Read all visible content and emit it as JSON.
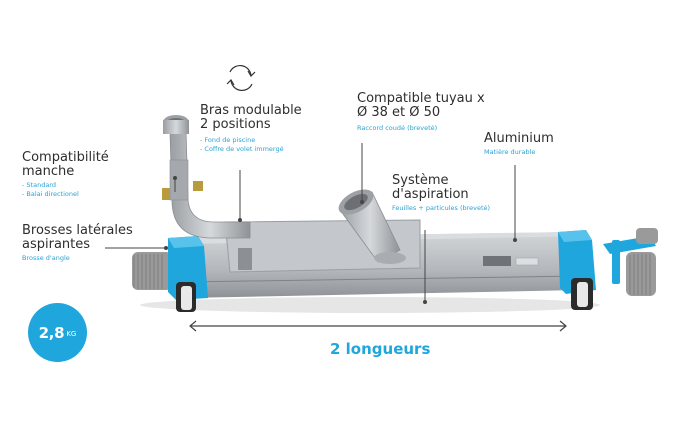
{
  "rotation_icon": "rotate-arrows-icon",
  "labels": {
    "bras": {
      "title_line1": "Bras modulable",
      "title_line2": "2 positions",
      "sub_line1": "- Fond de piscine",
      "sub_line2": "- Coffre de volet immergé"
    },
    "tuyau": {
      "title_line1": "Compatible tuyau x",
      "title_line2": "Ø 38 et Ø 50",
      "sub_line1": "Raccord coudé (breveté)"
    },
    "aluminium": {
      "title_line1": "Aluminium",
      "sub_line1": "Matière durable"
    },
    "manche": {
      "title_line1": "Compatibilité",
      "title_line2": "manche",
      "sub_line1": "- Standard",
      "sub_line2": "- Balai directionel"
    },
    "aspiration": {
      "title_line1": "Système",
      "title_line2": "d'aspiration",
      "sub_line1": "Feuilles + particules (breveté)"
    },
    "brosses": {
      "title_line1": "Brosses latérales",
      "title_line2": "aspirantes",
      "sub_line1": "Brosse d'angle"
    }
  },
  "weight": {
    "value": "2,8",
    "unit": "KG"
  },
  "length_label": "2 longueurs",
  "colors": {
    "accent_blue": "#1fa6dc",
    "aluminium": "#b9bdc1",
    "text_dark": "#2e2e2e"
  }
}
